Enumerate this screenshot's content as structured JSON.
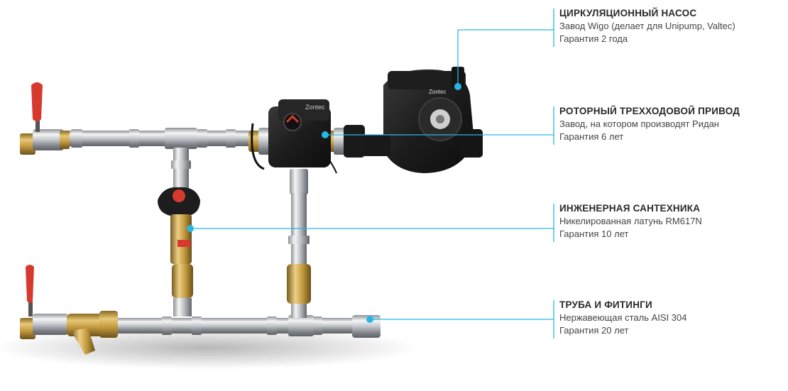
{
  "colors": {
    "accent": "#29b6e6",
    "steel": "#c9ccd0",
    "brass": "#c8a24a",
    "valve_handle": "#d63a2f",
    "pump_body": "#222222"
  },
  "callouts": [
    {
      "title": "ЦИРКУЛЯЦИОННЫЙ НАСОС",
      "lines": [
        "Завод Wigo (делает для Unipump, Valtec)",
        "Гарантия 2 года"
      ],
      "icon": "circulation-pump"
    },
    {
      "title": "РОТОРНЫЙ ТРЕХХОДОВОЙ ПРИВОД",
      "lines": [
        "Завод, на котором производят Ридан",
        "Гарантия 6 лет"
      ],
      "icon": "rotary-actuator"
    },
    {
      "title": "ИНЖЕНЕРНАЯ САНТЕХНИКА",
      "lines": [
        "Никелированная латунь RM617N",
        "Гарантия 10 лет"
      ],
      "icon": "balancing-valve"
    },
    {
      "title": "ТРУБА И ФИТИНГИ",
      "lines": [
        "Нержавеющая сталь AISI 304",
        "Гарантия 20 лет"
      ],
      "icon": "pipe-fitting"
    }
  ],
  "pump_brand": "Zontec"
}
